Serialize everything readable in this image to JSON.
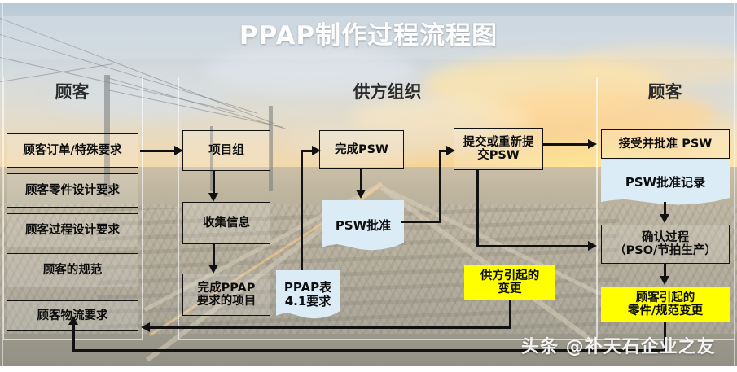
{
  "title": "PPAP制作过程流程图",
  "lanes": [
    {
      "id": "customer-left",
      "label": "顾客"
    },
    {
      "id": "supplier",
      "label": "供方组织"
    },
    {
      "id": "customer-right",
      "label": "顾客"
    }
  ],
  "customer_inputs": [
    {
      "label": "顾客订单/特殊要求"
    },
    {
      "label": "顾客零件设计要求"
    },
    {
      "label": "顾客过程设计要求"
    },
    {
      "label": "顾客的规范"
    },
    {
      "label": "顾客物流要求"
    }
  ],
  "supplier_nodes": {
    "project_team": "项目组",
    "collect_info": "收集信息",
    "complete_ppap_items": "完成PPAP\n要求的项目",
    "ppap_table_ref": "PPAP表\n4.1要求",
    "complete_psw": "完成PSW",
    "psw_approval": "PSW批准",
    "submit_or_resubmit": "提交或重新提\n交PSW",
    "supplier_change": "供方引起的\n变更"
  },
  "customer_nodes": {
    "accept_approve_psw": "接受并批准 PSW",
    "psw_approval_record": "PSW批准记录",
    "validation_process": "确认过程\n（PSO/节拍生产）",
    "customer_change": "顾客引起的\n零件/规范变更"
  },
  "watermark": "头条 @补天石企业之友",
  "colors": {
    "document_fill": "#dcecf7",
    "warning_fill": "#ffff00",
    "line": "#111111",
    "title_text": "#fdfdfd"
  }
}
